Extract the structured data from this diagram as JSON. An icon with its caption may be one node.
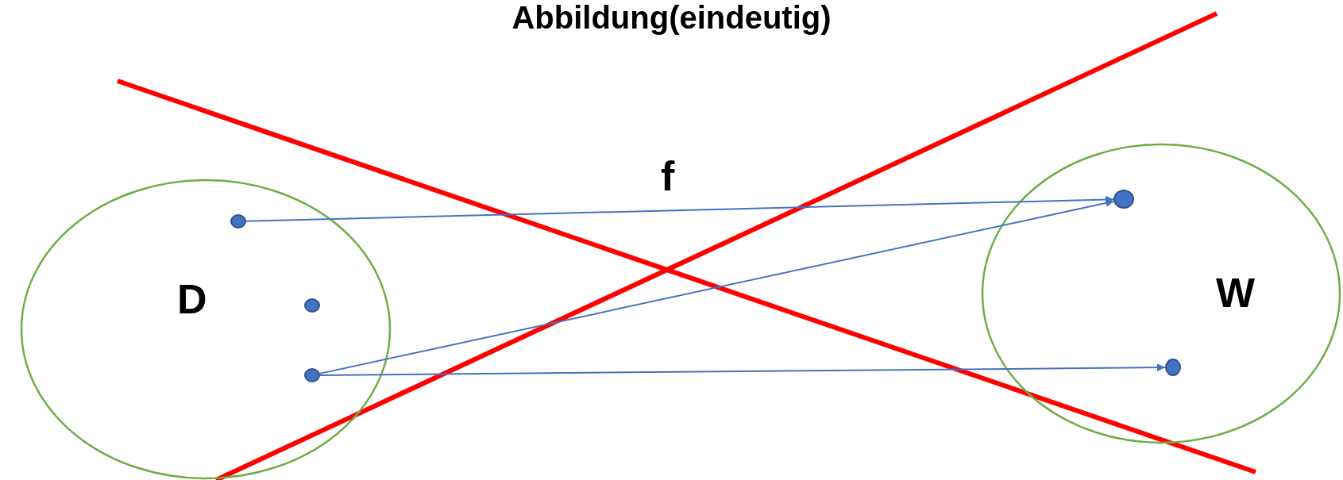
{
  "diagram": {
    "title": "Abbildung(eindeutig)",
    "nodes": [
      {
        "text": [
          "D"
        ]
      },
      {
        "text": [
          "W"
        ]
      },
      {
        "text": [],
        "shape": "circle",
        "in": 0
      },
      {
        "text": [],
        "shape": "circle",
        "in": 0
      },
      {
        "text": [],
        "shape": "circle",
        "in": 0
      },
      {
        "text": [],
        "shape": "circle",
        "in": 1
      },
      {
        "text": [],
        "shape": "circle",
        "in": 1
      }
    ],
    "edges": [
      {
        "from": 2,
        "to": 5,
        "arrow": "to"
      },
      {
        "from": 4,
        "to": 5,
        "arrow": "to"
      },
      {
        "from": 4,
        "to": 6,
        "arrow": "to"
      }
    ],
    "labels": [
      "f"
    ]
  }
}
